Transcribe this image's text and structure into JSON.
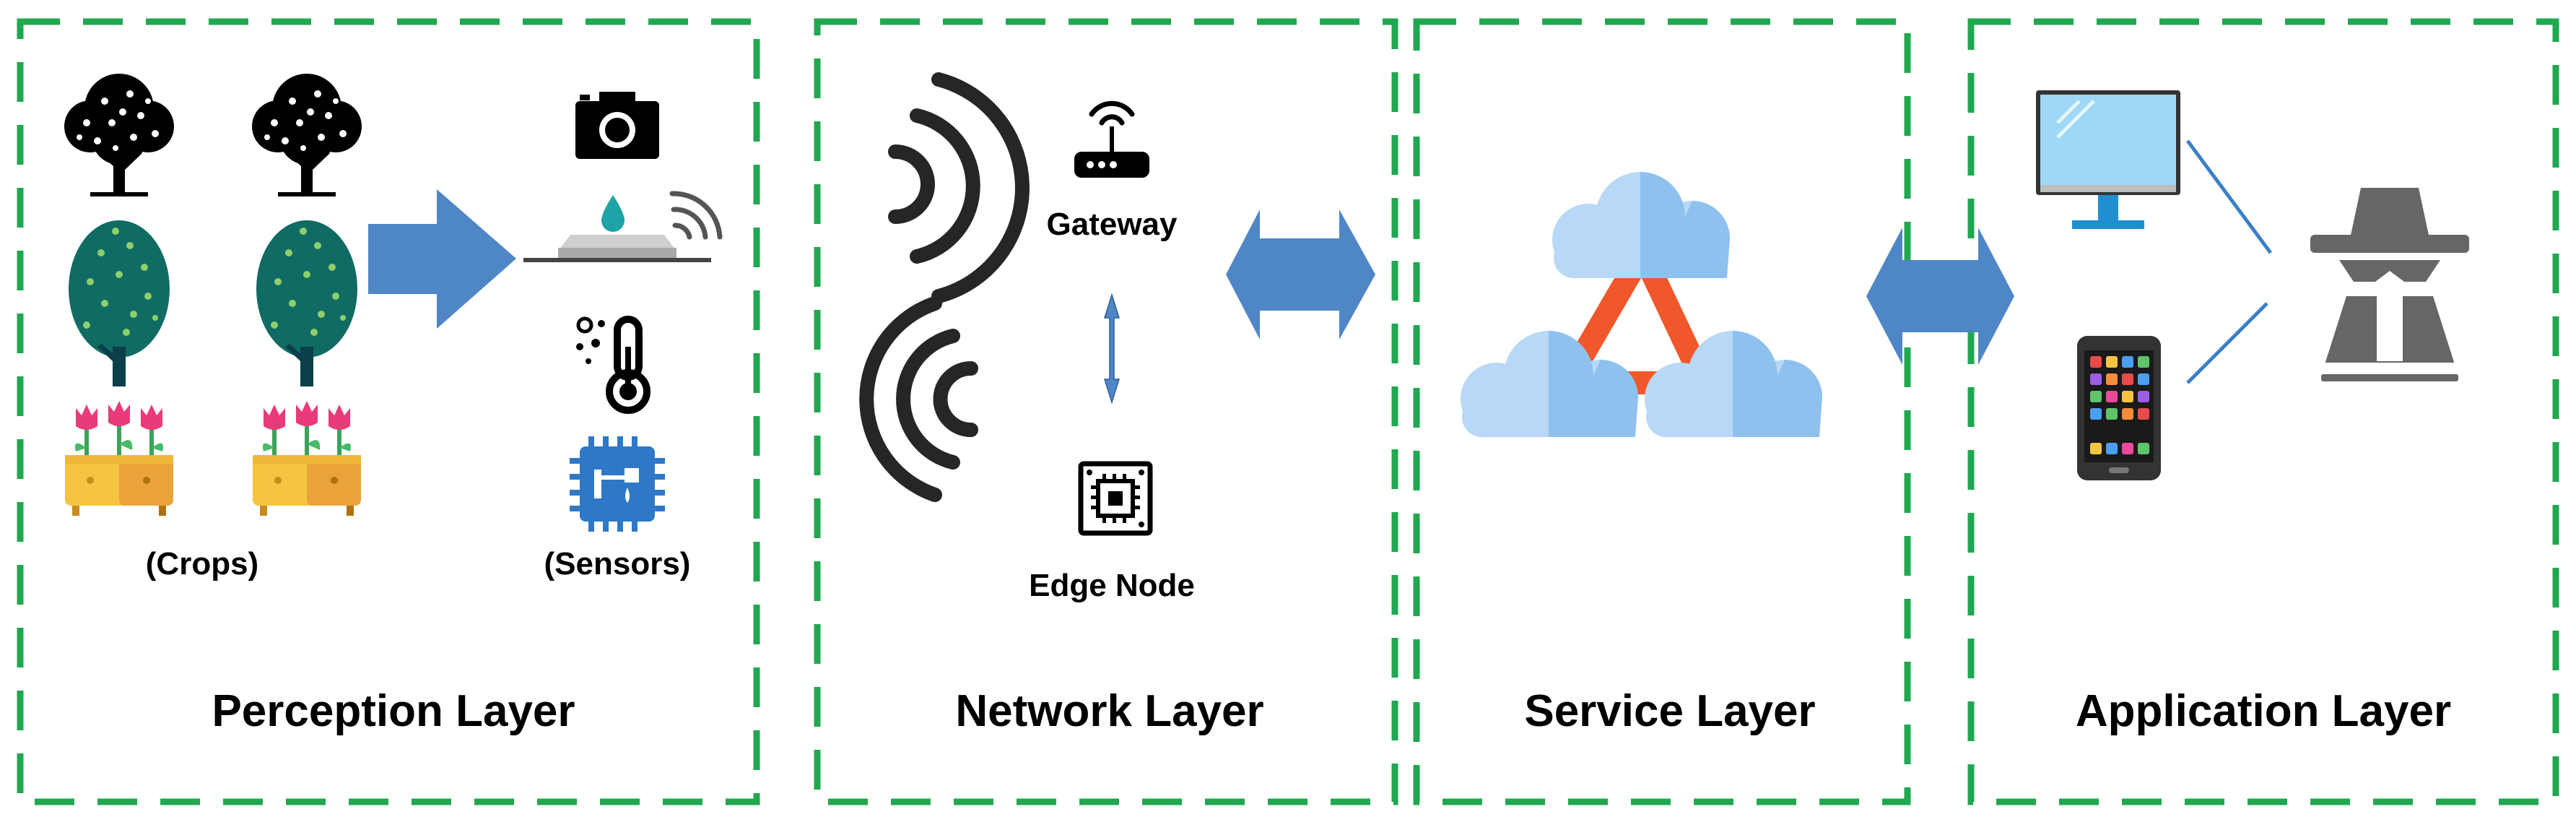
{
  "colors": {
    "border_green": "#1fa84f",
    "arrow_blue": "#4f86c6",
    "cloud_light": "#b7d8f6",
    "cloud_mid": "#8fc1ee",
    "link_orange": "#f0572a",
    "tree_teal": "#0f6b63",
    "tree_dots": "#8fcf6a",
    "planter_yellow": "#f5c542",
    "planter_orange": "#eaa33a",
    "tulip_pink": "#e93a7a",
    "chip_blue": "#2e78c7",
    "monitor_blue": "#9ed8f5",
    "agent_gray": "#666666",
    "line_blue": "#3b7fc8"
  },
  "perception": {
    "title": "Perception Layer",
    "crops_label": "(Crops)",
    "sensors_label": "(Sensors)",
    "icons": [
      "tree-icon",
      "tree-icon",
      "leafy-tree-icon",
      "leafy-tree-icon",
      "tulip-planter-icon",
      "tulip-planter-icon",
      "camera-icon",
      "soil-moisture-sensor-icon",
      "thermometer-icon",
      "microcontroller-chip-icon"
    ]
  },
  "network": {
    "title": "Network Layer",
    "gateway_label": "Gateway",
    "edge_label": "Edge Node",
    "icons": [
      "wireless-signal-icon",
      "wireless-signal-icon",
      "router-icon",
      "edge-chip-icon"
    ]
  },
  "service": {
    "title": "Service Layer",
    "icons": [
      "cloud-icon",
      "cloud-icon",
      "cloud-icon"
    ]
  },
  "application": {
    "title": "Application Layer",
    "icons": [
      "monitor-icon",
      "smartphone-icon",
      "user-agent-icon"
    ]
  }
}
